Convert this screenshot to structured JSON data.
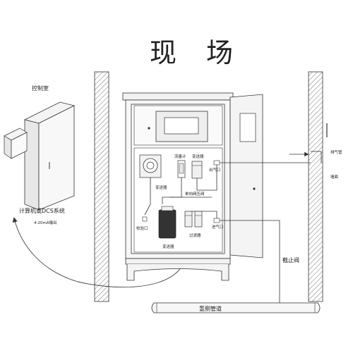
{
  "title": {
    "left": "现",
    "right": "场"
  },
  "labels": {
    "control_room": "控制室",
    "dcs_system": "计算机或DCS系统",
    "signal_output": "4-20mA输出",
    "exhaust_pipe": "排气管",
    "wall": "墙面",
    "shutoff_valve": "截止阀",
    "hydrogen_pipe": "氢侧管道",
    "transmitter": "变送器",
    "flow_meter": "流量计",
    "filter": "过滤器",
    "outlet": "出气口",
    "check_valve": "单向阀压阀",
    "inlet": "进气口",
    "calibration_port": "校验口"
  },
  "colors": {
    "line": "#333333",
    "cabinet_fill": "#f2f2f2",
    "wall_hatch": "#555555",
    "signal_curve": "#444444"
  },
  "icons": {
    "cabinet": "server-cabinet-icon",
    "screen": "display-screen-icon",
    "sensor": "gas-sensor-icon",
    "arrow": "arrow-right-icon"
  }
}
